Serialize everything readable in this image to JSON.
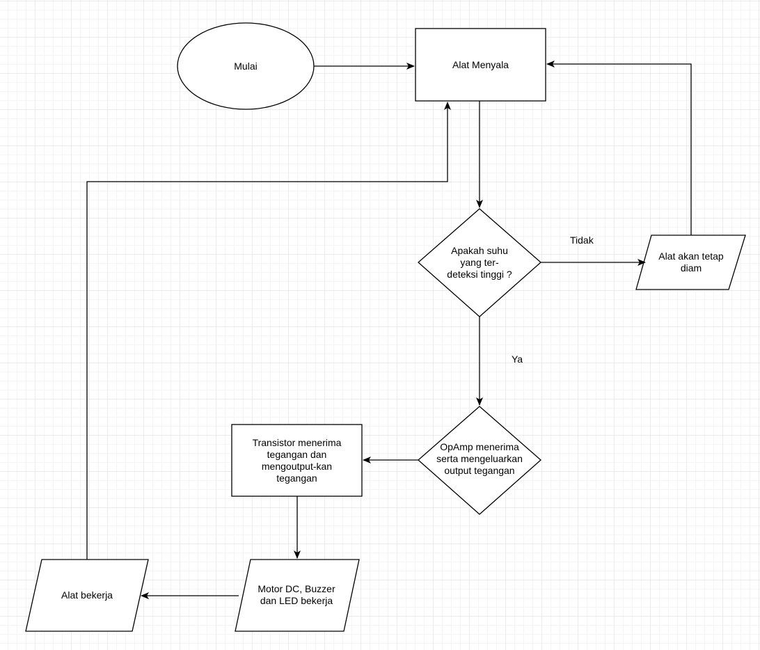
{
  "nodes": {
    "mulai": "Mulai",
    "alat_menyala": "Alat Menyala",
    "decision_suhu": "Apakah suhu\nyang ter-\ndeteksi tinggi ?",
    "alat_diam": "Alat akan tetap\ndiam",
    "opamp": "OpAmp menerima\nserta mengeluarkan\noutput tegangan",
    "transistor": "Transistor menerima\ntegangan dan\nmengoutput-kan\ntegangan",
    "motor": "Motor DC, Buzzer\ndan LED bekerja",
    "alat_bekerja": "Alat bekerja"
  },
  "edge_labels": {
    "tidak": "Tidak",
    "ya": "Ya"
  },
  "colors": {
    "stroke": "#000000",
    "fill": "#ffffff"
  }
}
